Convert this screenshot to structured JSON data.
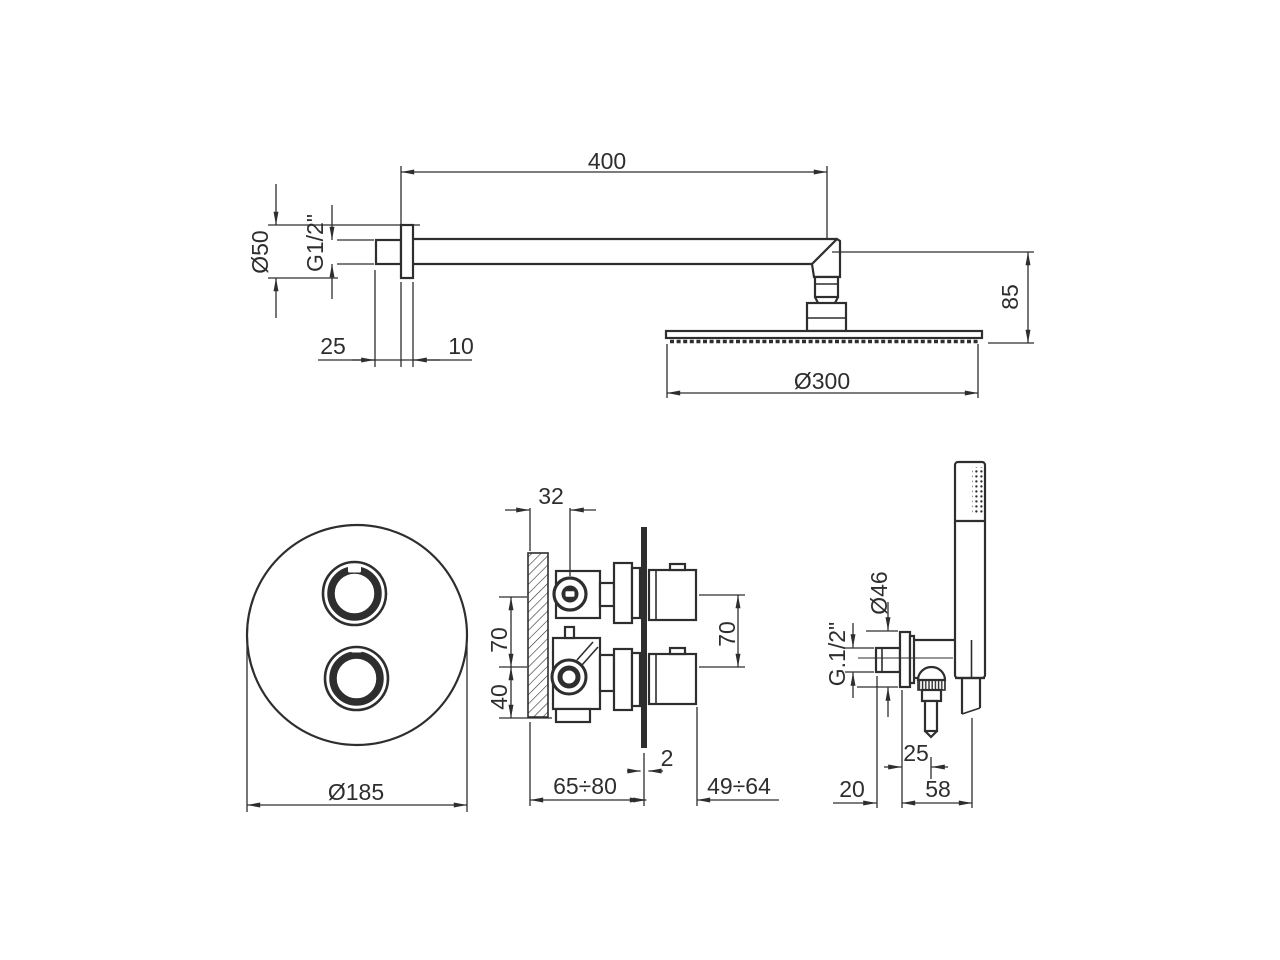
{
  "colors": {
    "line": "#2e2e2e",
    "background": "#ffffff"
  },
  "views": {
    "shower_arm": {
      "dims": {
        "arm_length": "400",
        "flange_diameter": "Ø50",
        "thread": "G1/2\"",
        "wall_stub": "25",
        "flange_thickness": "10",
        "head_drop": "85",
        "head_diameter": "Ø300"
      }
    },
    "trim_plate": {
      "dims": {
        "diameter": "Ø185"
      }
    },
    "valve": {
      "dims": {
        "depth": "32",
        "upper_spacing": "70",
        "lower_spacing": "40",
        "right_spacing": "70",
        "plate_thickness": "2",
        "depth_range_wall": "65÷80",
        "depth_range_front": "49÷64"
      }
    },
    "hand_shower": {
      "dims": {
        "flange_diameter": "Ø46",
        "thread": "G.1/2\"",
        "outlet_offset": "25",
        "wall_offset": "20",
        "projection": "58"
      }
    }
  }
}
